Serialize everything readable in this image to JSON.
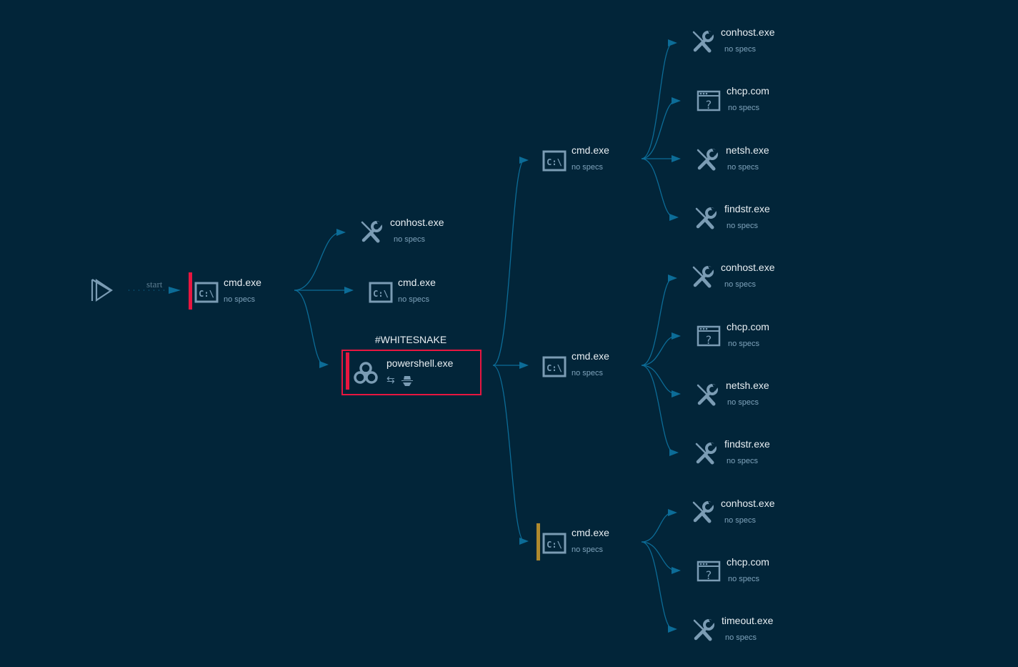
{
  "colors": {
    "background": "#022539",
    "edge": "#0c6c97",
    "icon": "#7b9cb4",
    "alert": "#e81640",
    "warning": "#b08a2e"
  },
  "start": {
    "label": "start",
    "icon": "play-icon"
  },
  "nodes": [
    {
      "id": "n0",
      "name": "cmd.exe",
      "specs": "no specs",
      "icon": "cmd-icon",
      "marker": "alert"
    },
    {
      "id": "n1",
      "name": "conhost.exe",
      "specs": "no specs",
      "icon": "tools-icon"
    },
    {
      "id": "n2",
      "name": "cmd.exe",
      "specs": "no specs",
      "icon": "cmd-icon"
    },
    {
      "id": "n3",
      "name": "powershell.exe",
      "specs": "",
      "icon": "biohazard-icon",
      "marker": "alert",
      "tag": "#WHITESNAKE",
      "badges": [
        "network-arrows-icon",
        "spy-icon"
      ]
    },
    {
      "id": "n4",
      "name": "cmd.exe",
      "specs": "no specs",
      "icon": "cmd-icon"
    },
    {
      "id": "n5",
      "name": "cmd.exe",
      "specs": "no specs",
      "icon": "cmd-icon"
    },
    {
      "id": "n6",
      "name": "cmd.exe",
      "specs": "no specs",
      "icon": "cmd-icon",
      "marker": "warning"
    },
    {
      "id": "l0",
      "name": "conhost.exe",
      "specs": "no specs",
      "icon": "tools-icon"
    },
    {
      "id": "l1",
      "name": "chcp.com",
      "specs": "no specs",
      "icon": "unknown-window-icon"
    },
    {
      "id": "l2",
      "name": "netsh.exe",
      "specs": "no specs",
      "icon": "tools-icon"
    },
    {
      "id": "l3",
      "name": "findstr.exe",
      "specs": "no specs",
      "icon": "tools-icon"
    },
    {
      "id": "l4",
      "name": "conhost.exe",
      "specs": "no specs",
      "icon": "tools-icon"
    },
    {
      "id": "l5",
      "name": "chcp.com",
      "specs": "no specs",
      "icon": "unknown-window-icon"
    },
    {
      "id": "l6",
      "name": "netsh.exe",
      "specs": "no specs",
      "icon": "tools-icon"
    },
    {
      "id": "l7",
      "name": "findstr.exe",
      "specs": "no specs",
      "icon": "tools-icon"
    },
    {
      "id": "l8",
      "name": "conhost.exe",
      "specs": "no specs",
      "icon": "tools-icon"
    },
    {
      "id": "l9",
      "name": "chcp.com",
      "specs": "no specs",
      "icon": "unknown-window-icon"
    },
    {
      "id": "l10",
      "name": "timeout.exe",
      "specs": "no specs",
      "icon": "tools-icon"
    }
  ]
}
